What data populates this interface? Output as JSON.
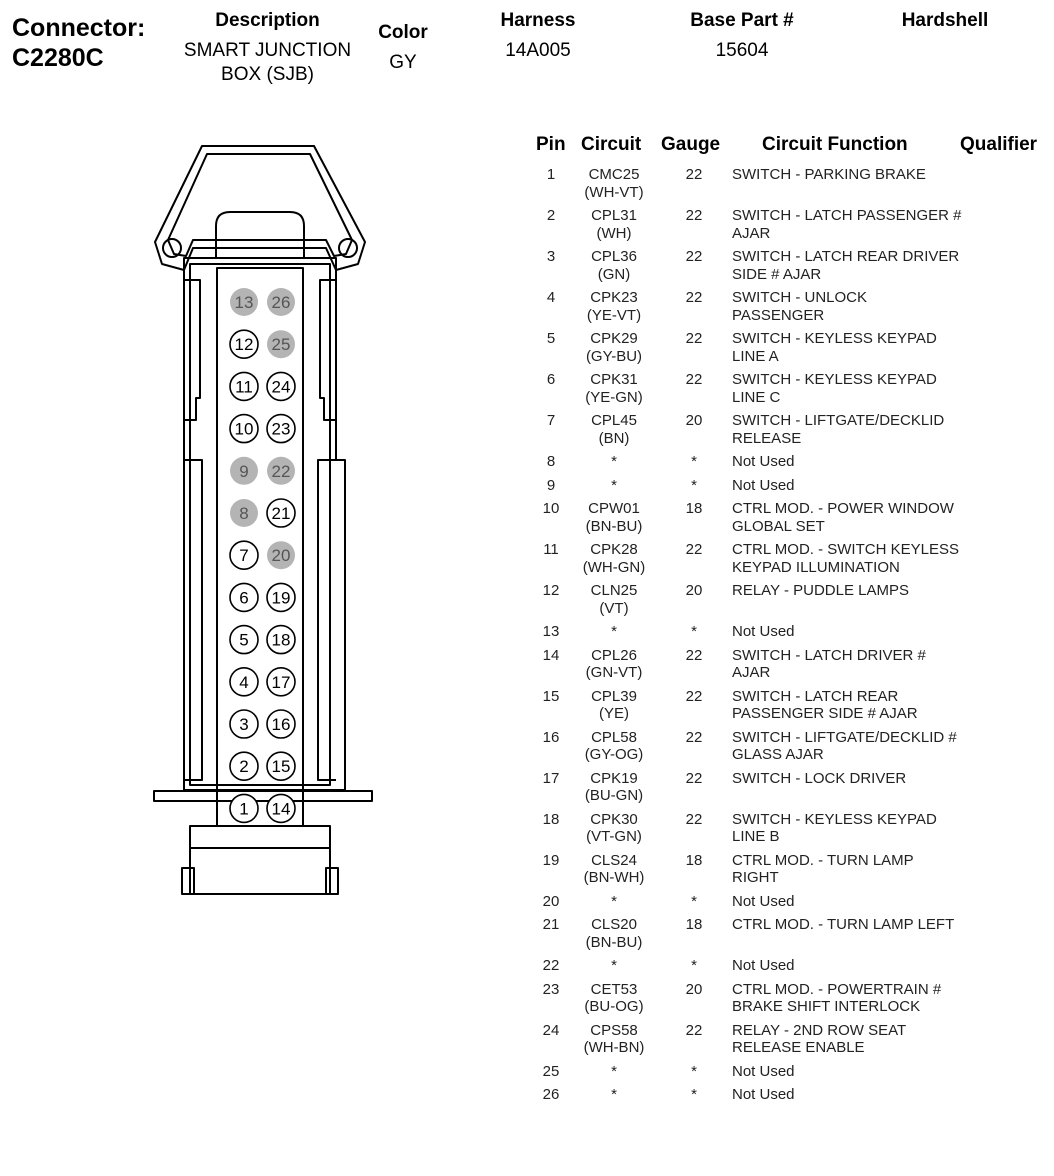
{
  "header": {
    "connector_label": "Connector:",
    "connector_id": "C2280C",
    "description_caption": "Description",
    "description_value": "SMART JUNCTION BOX (SJB)",
    "color_caption": "Color",
    "color_value": "GY",
    "harness_caption": "Harness",
    "harness_value": "14A005",
    "base_part_caption": "Base Part #",
    "base_part_value": "15604",
    "hardshell_caption": "Hardshell"
  },
  "table": {
    "headers": {
      "pin": "Pin",
      "circuit": "Circuit",
      "gauge": "Gauge",
      "function": "Circuit Function",
      "qualifier": "Qualifier"
    },
    "rows": [
      {
        "pin": "1",
        "circuit": "CMC25\n(WH-VT)",
        "gauge": "22",
        "function": "SWITCH - PARKING BRAKE"
      },
      {
        "pin": "2",
        "circuit": "CPL31\n(WH)",
        "gauge": "22",
        "function": "SWITCH - LATCH PASSENGER # AJAR"
      },
      {
        "pin": "3",
        "circuit": "CPL36\n(GN)",
        "gauge": "22",
        "function": "SWITCH - LATCH REAR DRIVER SIDE # AJAR"
      },
      {
        "pin": "4",
        "circuit": "CPK23\n(YE-VT)",
        "gauge": "22",
        "function": "SWITCH - UNLOCK PASSENGER"
      },
      {
        "pin": "5",
        "circuit": "CPK29\n(GY-BU)",
        "gauge": "22",
        "function": "SWITCH - KEYLESS KEYPAD LINE A"
      },
      {
        "pin": "6",
        "circuit": "CPK31\n(YE-GN)",
        "gauge": "22",
        "function": "SWITCH - KEYLESS KEYPAD LINE C"
      },
      {
        "pin": "7",
        "circuit": "CPL45\n(BN)",
        "gauge": "20",
        "function": "SWITCH - LIFTGATE/DECKLID RELEASE"
      },
      {
        "pin": "8",
        "circuit": "*",
        "gauge": "*",
        "function": "Not Used"
      },
      {
        "pin": "9",
        "circuit": "*",
        "gauge": "*",
        "function": "Not Used"
      },
      {
        "pin": "10",
        "circuit": "CPW01\n(BN-BU)",
        "gauge": "18",
        "function": "CTRL MOD. - POWER WINDOW GLOBAL SET"
      },
      {
        "pin": "11",
        "circuit": "CPK28\n(WH-GN)",
        "gauge": "22",
        "function": "CTRL MOD. - SWITCH KEYLESS KEYPAD ILLUMINATION"
      },
      {
        "pin": "12",
        "circuit": "CLN25\n(VT)",
        "gauge": "20",
        "function": "RELAY - PUDDLE LAMPS"
      },
      {
        "pin": "13",
        "circuit": "*",
        "gauge": "*",
        "function": "Not Used"
      },
      {
        "pin": "14",
        "circuit": "CPL26\n(GN-VT)",
        "gauge": "22",
        "function": "SWITCH - LATCH DRIVER # AJAR"
      },
      {
        "pin": "15",
        "circuit": "CPL39\n(YE)",
        "gauge": "22",
        "function": "SWITCH - LATCH REAR PASSENGER SIDE # AJAR"
      },
      {
        "pin": "16",
        "circuit": "CPL58\n(GY-OG)",
        "gauge": "22",
        "function": "SWITCH - LIFTGATE/DECKLID # GLASS AJAR"
      },
      {
        "pin": "17",
        "circuit": "CPK19\n(BU-GN)",
        "gauge": "22",
        "function": "SWITCH - LOCK DRIVER"
      },
      {
        "pin": "18",
        "circuit": "CPK30\n(VT-GN)",
        "gauge": "22",
        "function": "SWITCH - KEYLESS KEYPAD LINE B"
      },
      {
        "pin": "19",
        "circuit": "CLS24\n(BN-WH)",
        "gauge": "18",
        "function": "CTRL MOD. - TURN LAMP RIGHT"
      },
      {
        "pin": "20",
        "circuit": "*",
        "gauge": "*",
        "function": "Not Used"
      },
      {
        "pin": "21",
        "circuit": "CLS20\n(BN-BU)",
        "gauge": "18",
        "function": "CTRL MOD. - TURN LAMP LEFT"
      },
      {
        "pin": "22",
        "circuit": "*",
        "gauge": "*",
        "function": "Not Used"
      },
      {
        "pin": "23",
        "circuit": "CET53\n(BU-OG)",
        "gauge": "20",
        "function": "CTRL MOD. - POWERTRAIN # BRAKE SHIFT INTERLOCK"
      },
      {
        "pin": "24",
        "circuit": "CPS58\n(WH-BN)",
        "gauge": "22",
        "function": "RELAY - 2ND ROW SEAT RELEASE ENABLE"
      },
      {
        "pin": "25",
        "circuit": "*",
        "gauge": "*",
        "function": "Not Used"
      },
      {
        "pin": "26",
        "circuit": "*",
        "gauge": "*",
        "function": "Not Used"
      }
    ]
  },
  "connector_pins": {
    "left_column": [
      "13",
      "12",
      "11",
      "10",
      "9",
      "8",
      "7",
      "6",
      "5",
      "4",
      "3",
      "2",
      "1"
    ],
    "right_column": [
      "26",
      "25",
      "24",
      "23",
      "22",
      "21",
      "20",
      "19",
      "18",
      "17",
      "16",
      "15",
      "14"
    ],
    "unused_pins": [
      "8",
      "9",
      "13",
      "20",
      "22",
      "25",
      "26"
    ],
    "unused_fill": "#b4b4b4"
  }
}
